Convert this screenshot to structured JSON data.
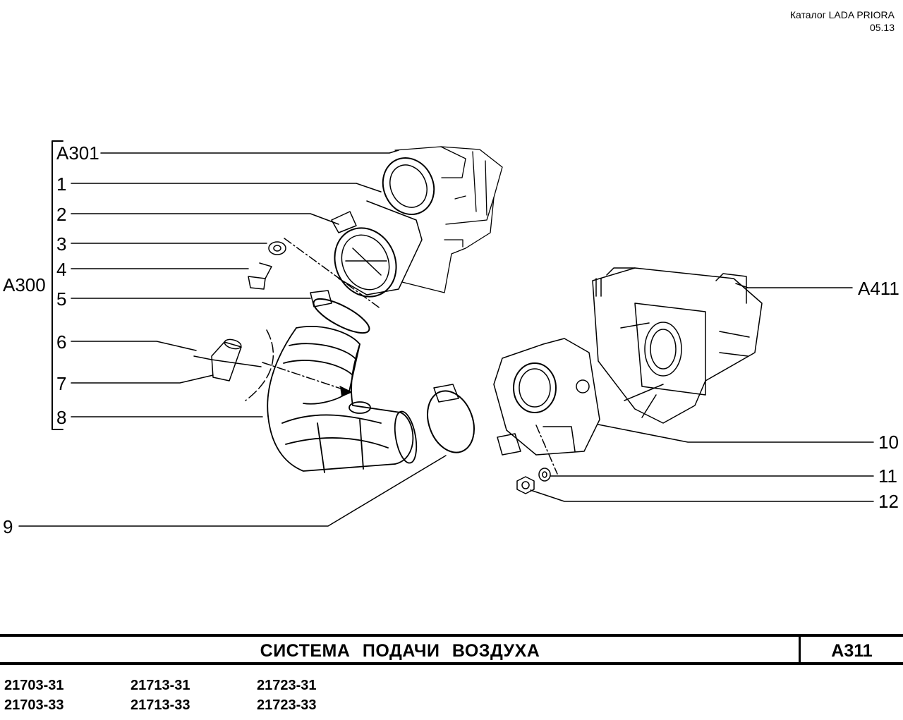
{
  "header": {
    "catalog": "Каталог  LADA  PRIORA",
    "date": "05.13"
  },
  "callouts": {
    "a301": "A301",
    "a300": "A300",
    "a411": "A411",
    "p1": "1",
    "p2": "2",
    "p3": "3",
    "p4": "4",
    "p5": "5",
    "p6": "6",
    "p7": "7",
    "p8": "8",
    "p9": "9",
    "p10": "10",
    "p11": "11",
    "p12": "12"
  },
  "footer": {
    "title": "СИСТЕМА   ПОДАЧИ   ВОЗДУХА",
    "code": "A311",
    "models": [
      [
        "21703-31",
        "21713-31",
        "21723-31"
      ],
      [
        "21703-33",
        "21713-33",
        "21723-33"
      ]
    ]
  }
}
